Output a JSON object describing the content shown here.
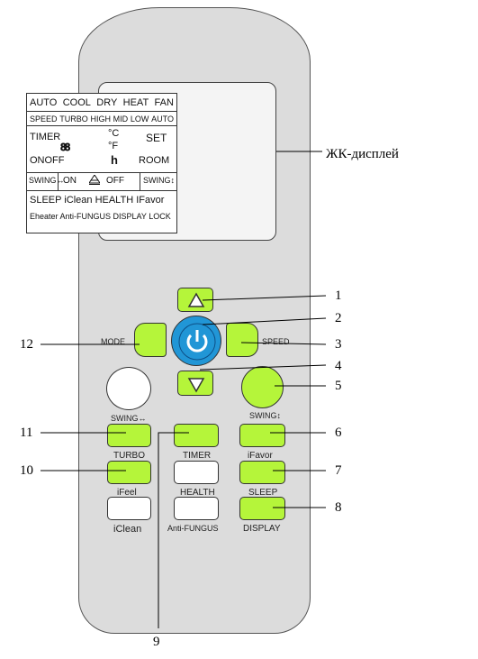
{
  "lcd": {
    "caption": "ЖК-дисплей",
    "modes": [
      "AUTO",
      "COOL",
      "DRY",
      "HEAT",
      "FAN"
    ],
    "speeds": [
      "SPEED",
      "TURBO",
      "HIGH",
      "MID",
      "LOW",
      "AUTO"
    ],
    "timer": "TIMER",
    "onoff": "ONOFF",
    "celsius": "°C",
    "fahrenheit": "°F",
    "hour": "h",
    "set": "SET",
    "room": "ROOM",
    "digits": "88",
    "swing_h": "SWING↔",
    "on": "ON",
    "off": "OFF",
    "swing_v": "SWING↕",
    "line1": "SLEEP  iClean  HEALTH  IFavor",
    "line2": "Eheater  Anti-FUNGUS  DISPLAY  LOCK"
  },
  "buttons": {
    "mode": "MODE",
    "speed": "SPEED",
    "swing_h": "SWING↔",
    "swing_v": "SWING↕",
    "turbo": "TURBO",
    "timer": "TIMER",
    "ifavor": "iFavor",
    "ifeel": "iFeel",
    "health": "HEALTH",
    "sleep": "SLEEP",
    "iclean": "iClean",
    "antifungus": "Anti-FUNGUS",
    "display": "DISPLAY"
  },
  "callouts": [
    "1",
    "2",
    "3",
    "4",
    "5",
    "6",
    "7",
    "8",
    "9",
    "10",
    "11",
    "12"
  ],
  "colors": {
    "button_green": "#b5f53a",
    "power_blue": "#2196d6",
    "body_gray": "#dcdcdc"
  }
}
